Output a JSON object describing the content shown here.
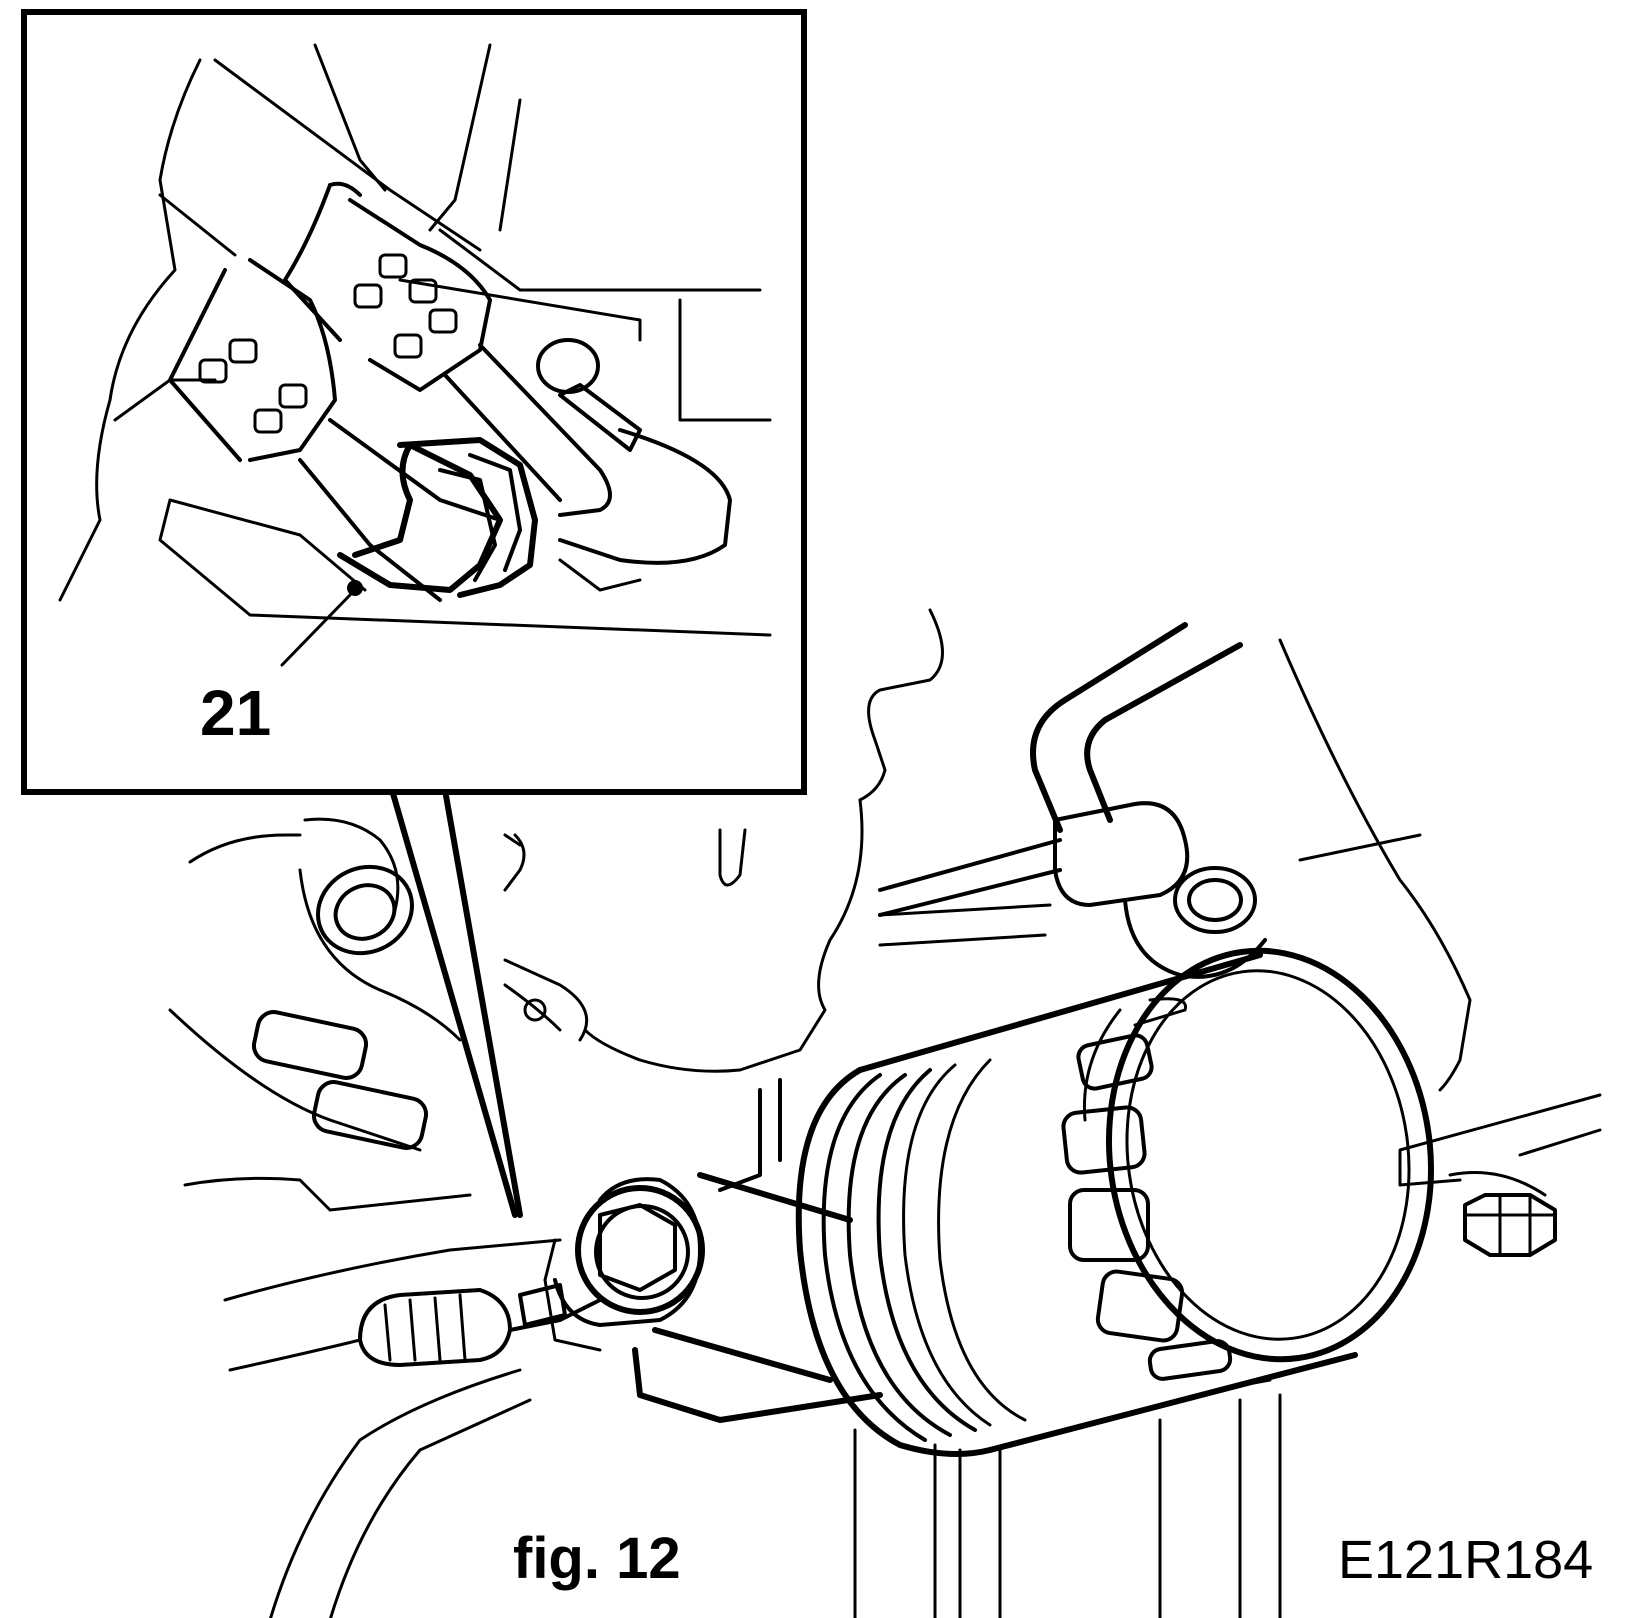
{
  "inset": {
    "callout_label": "21"
  },
  "caption": "fig. 12",
  "reference_code": "E121R184"
}
